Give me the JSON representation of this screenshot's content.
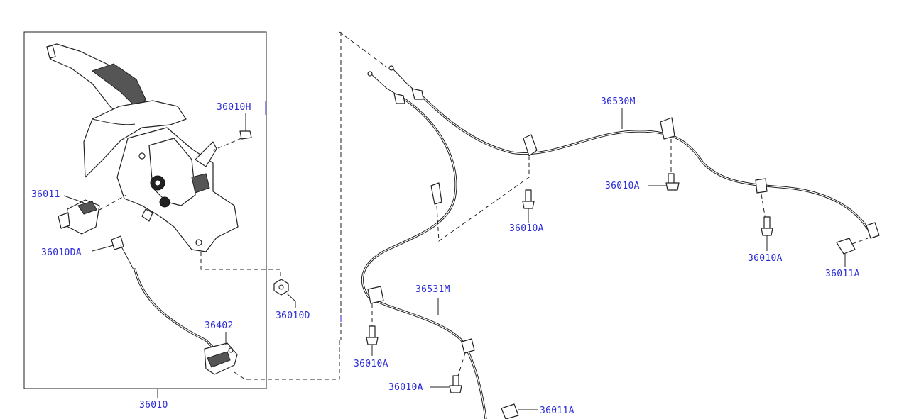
{
  "labels": {
    "p36010": "36010",
    "p36010H": "36010H",
    "p36011": "36011",
    "p36010DA": "36010DA",
    "p36402": "36402",
    "p36010D": "36010D",
    "p36530M": "36530M",
    "p36531M": "36531M",
    "p36010A_1": "36010A",
    "p36010A_2": "36010A",
    "p36010A_3": "36010A",
    "p36010A_4": "36010A",
    "p36010A_5": "36010A",
    "p36011A_1": "36011A",
    "p36011A_2": "36011A"
  },
  "colors": {
    "label": "#2a2ad8",
    "line": "#222222",
    "background": "#ffffff"
  }
}
